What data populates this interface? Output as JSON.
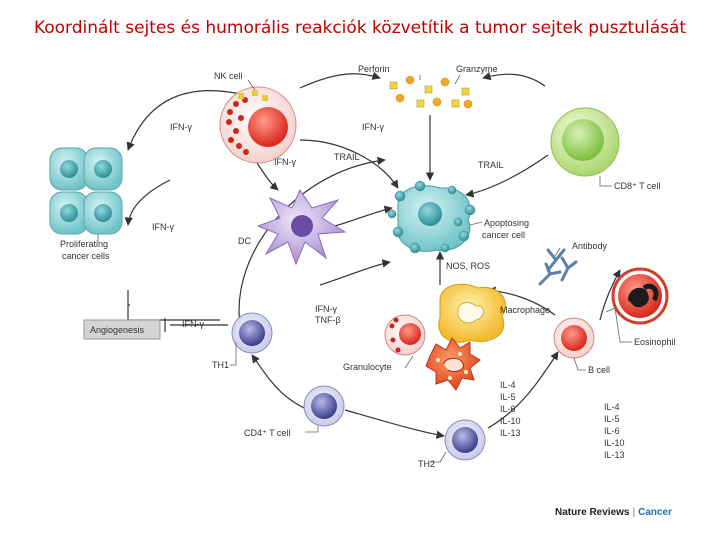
{
  "slide": {
    "title": "Koordinált sejtes és humorális reakciók közvetítik a tumor sejtek pusztulását"
  },
  "labels": {
    "nk_cell": "NK cell",
    "perforin": "Perforin",
    "granzyme": "Granzyme",
    "ifn_g_top": "IFN-γ",
    "ifn_g_left": "IFN-γ",
    "ifn_g_nk": "IFN-γ",
    "trail_left": "TRAIL",
    "trail_right": "TRAIL",
    "cd8_t_cell": "CD8⁺ T cell",
    "ifn_g_mid": "IFN-γ",
    "dc": "DC",
    "apoptosing": "Apoptosing",
    "cancer_cell": "cancer cell",
    "proliferating": "Proliferating",
    "cancer_cells": "cancer cells",
    "antibody": "Antibody",
    "nos_ros": "NOS, ROS",
    "ifn_g_lower": "IFN-γ",
    "tnf_b": "TNF-β",
    "macrophage": "Macrophage",
    "eosinophil": "Eosinophil",
    "angiogenesis": "Angiogenesis",
    "ifn_g_th1": "IFN-γ",
    "th1": "TH1",
    "granulocyte": "Granulocyte",
    "b_cell": "B cell",
    "cd4_t_cell": "CD4⁺ T cell",
    "th2": "TH2",
    "cytokines_mid": [
      "IL-4",
      "IL-5",
      "IL-6",
      "IL-10",
      "IL-13"
    ],
    "cytokines_right": [
      "IL-4",
      "IL-5",
      "IL-6",
      "IL-10",
      "IL-13"
    ]
  },
  "footer": {
    "journal": "Nature Reviews",
    "separator": "|",
    "section": "Cancer"
  }
}
